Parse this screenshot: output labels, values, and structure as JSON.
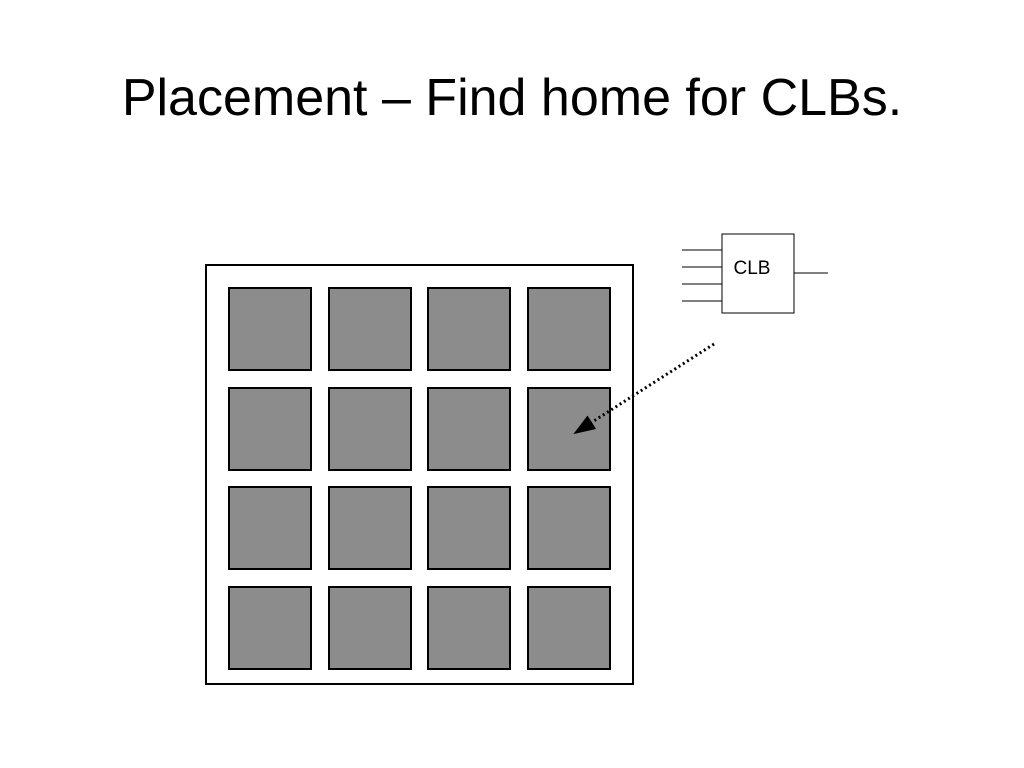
{
  "slide": {
    "title": "Placement – Find home for CLBs."
  },
  "diagram": {
    "fpga_grid": {
      "rows": 4,
      "cols": 4,
      "cell_color": "#8c8c8c",
      "frame_color": "#ffffff",
      "border_color": "#000000"
    },
    "clb_block": {
      "label": "CLB",
      "input_count": 4,
      "output_count": 1
    },
    "placement_arrow": {
      "style": "dotted",
      "target_row": 2,
      "target_col": 4
    }
  }
}
